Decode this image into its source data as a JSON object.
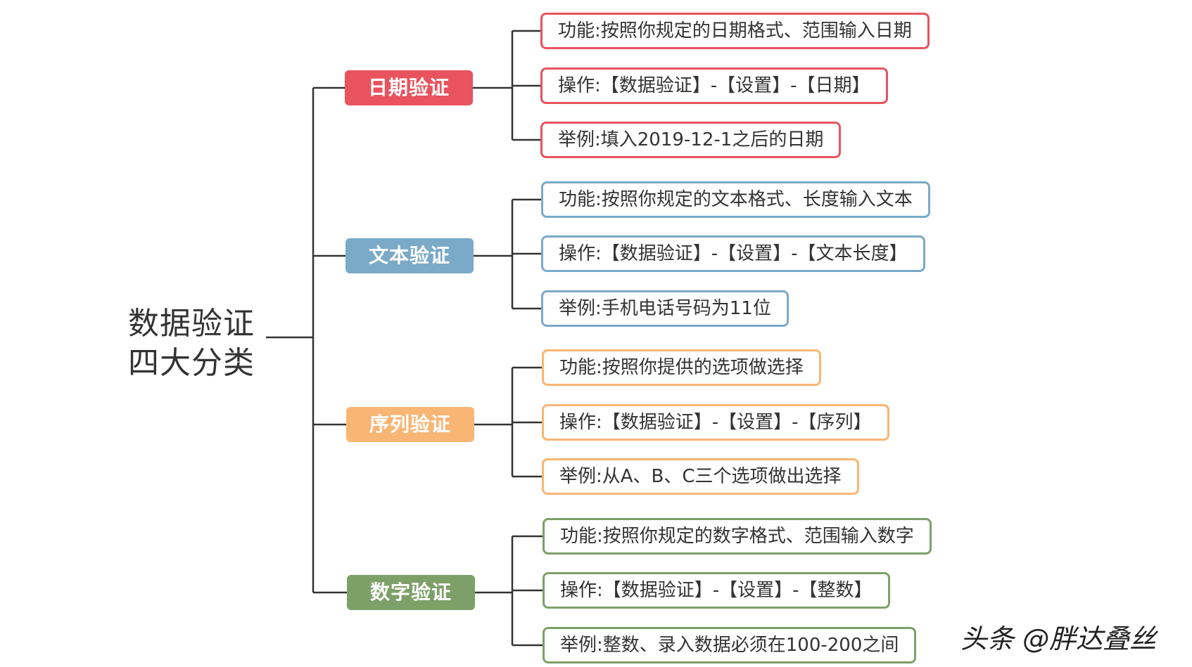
{
  "root": {
    "title_line1": "数据验证",
    "title_line2": "四大分类"
  },
  "categories": [
    {
      "label": "日期验证",
      "color": "#e8535e",
      "items": [
        "功能:按照你规定的日期格式、范围输入日期",
        "操作:【数据验证】-【设置】-【日期】",
        "举例:填入2019-12-1之后的日期"
      ]
    },
    {
      "label": "文本验证",
      "color": "#7aaac7",
      "items": [
        "功能:按照你规定的文本格式、长度输入文本",
        "操作:【数据验证】-【设置】-【文本长度】",
        "举例:手机电话号码为11位"
      ]
    },
    {
      "label": "序列验证",
      "color": "#f9b574",
      "items": [
        "功能:按照你提供的选项做选择",
        "操作:【数据验证】-【设置】-【序列】",
        "举例:从A、B、C三个选项做出选择"
      ]
    },
    {
      "label": "数字验证",
      "color": "#7da068",
      "items": [
        "功能:按照你规定的数字格式、范围输入数字",
        "操作:【数据验证】-【设置】-【整数】",
        "举例:整数、录入数据必须在100-200之间"
      ]
    }
  ],
  "watermark": "头条 @胖达叠丝"
}
